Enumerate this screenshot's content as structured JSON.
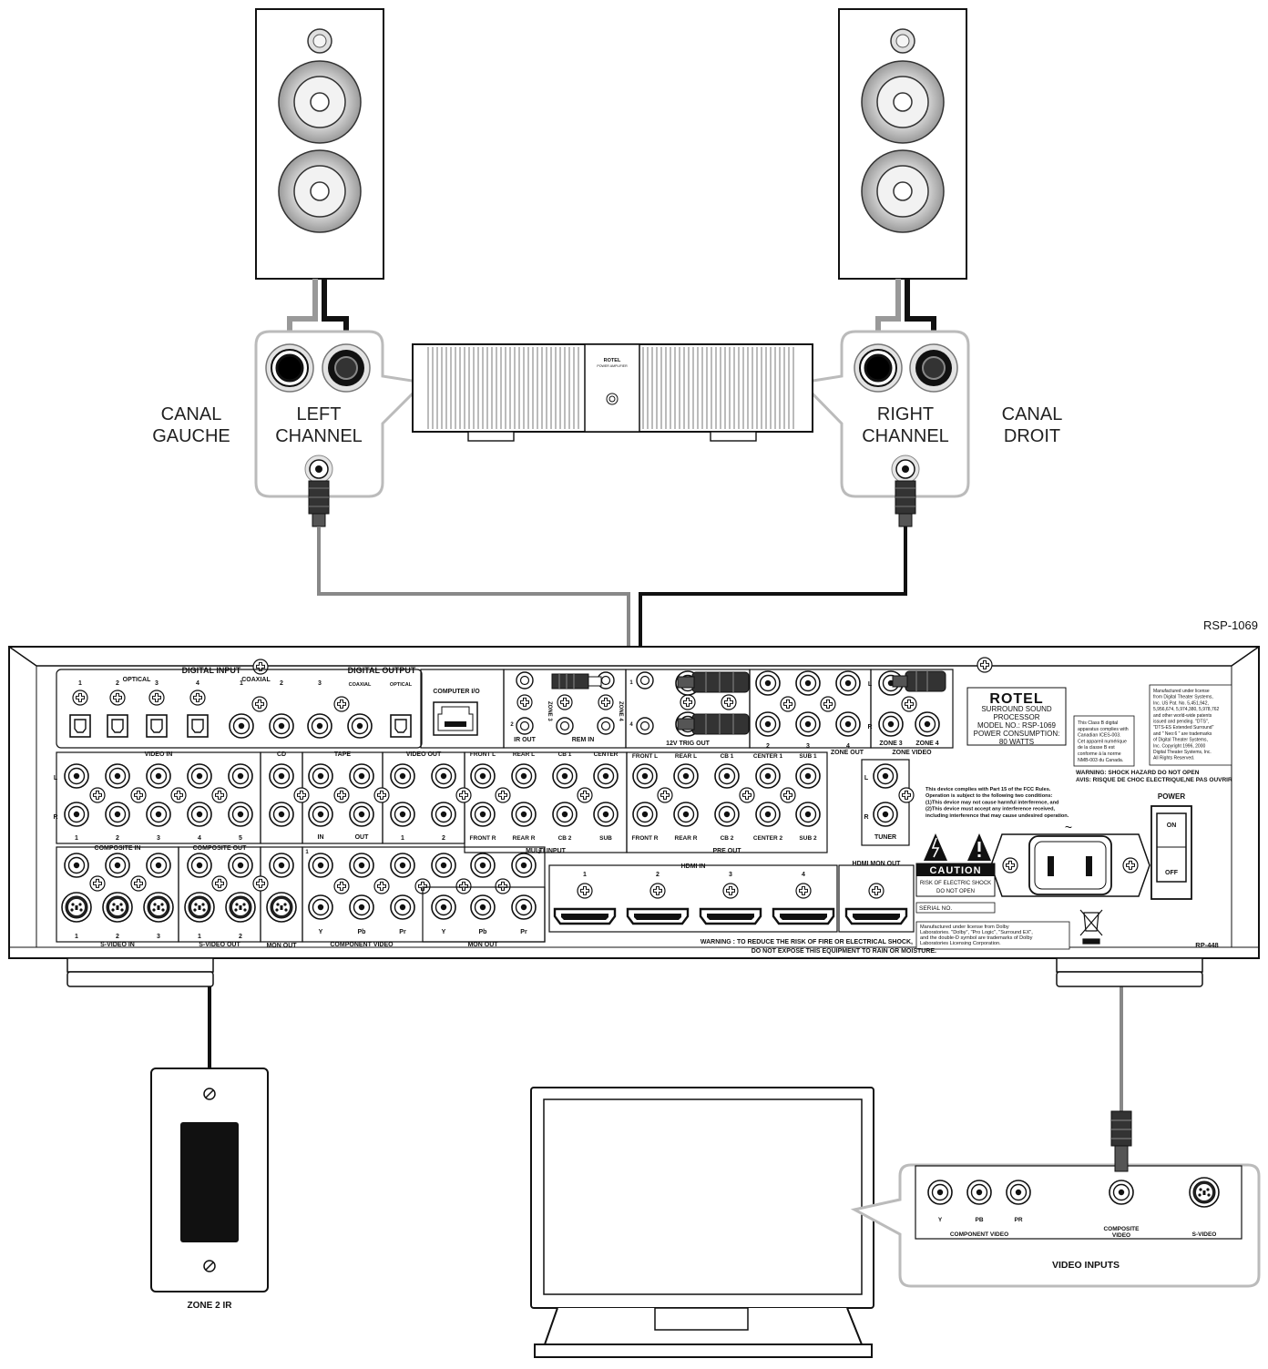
{
  "model_tag": "RSP-1069",
  "channels": {
    "left": {
      "line1": "LEFT",
      "line2": "CHANNEL",
      "fr1": "CANAL",
      "fr2": "GAUCHE"
    },
    "right": {
      "line1": "RIGHT",
      "line2": "CHANNEL",
      "fr1": "CANAL",
      "fr2": "DROIT"
    }
  },
  "amplifier": {
    "brand": "ROTEL",
    "subtitle": "POWER AMPLIFIER"
  },
  "panel": {
    "digital_input": "DIGITAL INPUT",
    "optical": "OPTICAL",
    "coaxial": "COAXIAL",
    "digital_output": "DIGITAL OUTPUT",
    "out_coaxial": "COAXIAL",
    "out_optical": "OPTICAL",
    "computer_io": "COMPUTER I/O",
    "ir_out": "IR OUT",
    "rem_in": "REM IN",
    "zone3": "ZONE 3",
    "zone4": "ZONE 4",
    "trig_out": "12V TRIG OUT",
    "zone_out": "ZONE OUT",
    "zone_video": "ZONE VIDEO",
    "zone3_lbl": "ZONE 3",
    "zone4_lbl": "ZONE 4",
    "video_in": "VIDEO IN",
    "cd": "CD",
    "tape": "TAPE",
    "video_out": "VIDEO OUT",
    "in": "IN",
    "out": "OUT",
    "multi_input": "MULTI INPUT",
    "pre_out": "PRE OUT",
    "tuner": "TUNER",
    "composite_in": "COMPOSITE IN",
    "composite_out": "COMPOSITE OUT",
    "svideo_in": "S-VIDEO IN",
    "svideo_out": "S-VIDEO OUT",
    "mon_out_short": "MON OUT",
    "component_video": "COMPONENT VIDEO",
    "mon_out": "MON OUT",
    "hdmi_in": "HDMI IN",
    "hdmi_mon_out": "HDMI MON OUT",
    "brand": "ROTEL",
    "desc1": "SURROUND SOUND",
    "desc2": "PROCESSOR",
    "desc3": "MODEL NO.: RSP-1069",
    "desc4": "POWER CONSUMPTION:",
    "desc5": "80 WATTS",
    "power": "POWER",
    "on": "ON",
    "off": "OFF",
    "caution": "CAUTION",
    "caution1": "RISK OF ELECTRIC SHOCK",
    "caution2": "DO NOT OPEN",
    "serial": "SERIAL NO.",
    "warning_fr1": "WARNING:  SHOCK HAZARD DO NOT OPEN",
    "warning_fr2": "AVIS:  RISQUE DE CHOC ELECTRIQUE,NE PAS OUVRIR",
    "fcc1": "This device complies with Part 15 of the FCC Rules.",
    "fcc2": "Operation is subject to the following two conditions:",
    "fcc3": "(1)This device may not cause harmful interference, and",
    "fcc4": "(2)This device must accept any interference received,",
    "fcc5": "including interference that may cause undesired operation.",
    "dolby1": "Manufactured under license from Dolby",
    "dolby2": "Laboratories. \"Dolby\", \"Pro Logic\", \"Surround EX\",",
    "dolby3": "and the double-D symbol are trademarks of Dolby",
    "dolby4": "Laboratories Licensing Corporation.",
    "warn1": "WARNING : TO REDUCE THE RISK OF FIRE OR ELECTRICAL SHOCK,",
    "warn2": "DO NOT EXPOSE THIS EQUIPMENT TO RAIN OR MOISTURE.",
    "rp": "RP-448",
    "dts1": "Manufactured under license",
    "dts2": "from Digital Theater Systems,",
    "dts3": "Inc. US Pat. No. 5,451,942,",
    "dts4": "5,956,674, 5,974,380, 5,978,762",
    "dts5": "and other world-wide patents",
    "dts6": "issued and pending. \"DTS\",",
    "dts7": "\"DTS-ES Extended Surround\"",
    "dts8": "and \" Neo:6 \" are trademarks",
    "dts9": "of Digital Theater Systems,",
    "dts10": "Inc. Copyright 1996, 2000",
    "dts11": "Digital Theater Systems, Inc.",
    "dts12": "All Rights Reserved.",
    "cls1": "This Class B digital",
    "cls2": "apparatus complies with",
    "cls3": "Canadian ICES-003.",
    "cls4": "Cet appareil numérique",
    "cls5": "de la classe B est",
    "cls6": "conforme à la norme",
    "cls7": "NMB-003 du Canada.",
    "labels_multi": [
      "FRONT L",
      "REAR L",
      "CB 1",
      "CENTER",
      "FRONT R",
      "REAR R",
      "CB 2",
      "SUB"
    ],
    "labels_pre": [
      "FRONT L",
      "REAR L",
      "CB 1",
      "CENTER 1",
      "SUB 1",
      "FRONT R",
      "REAR R",
      "CB 2",
      "CENTER 2",
      "SUB 2"
    ],
    "component_labels": [
      "Y",
      "Pb",
      "Pr",
      "Y",
      "Pb",
      "Pr"
    ],
    "hdmi_numbers": [
      "1",
      "2",
      "3",
      "4"
    ]
  },
  "tv": {
    "video_inputs": "VIDEO INPUTS",
    "y": "Y",
    "pb": "PB",
    "pr": "PR",
    "component_video": "COMPONENT VIDEO",
    "composite1": "COMPOSITE",
    "composite2": "VIDEO",
    "svideo": "S-VIDEO"
  },
  "ir": {
    "label": "ZONE 2 IR"
  }
}
